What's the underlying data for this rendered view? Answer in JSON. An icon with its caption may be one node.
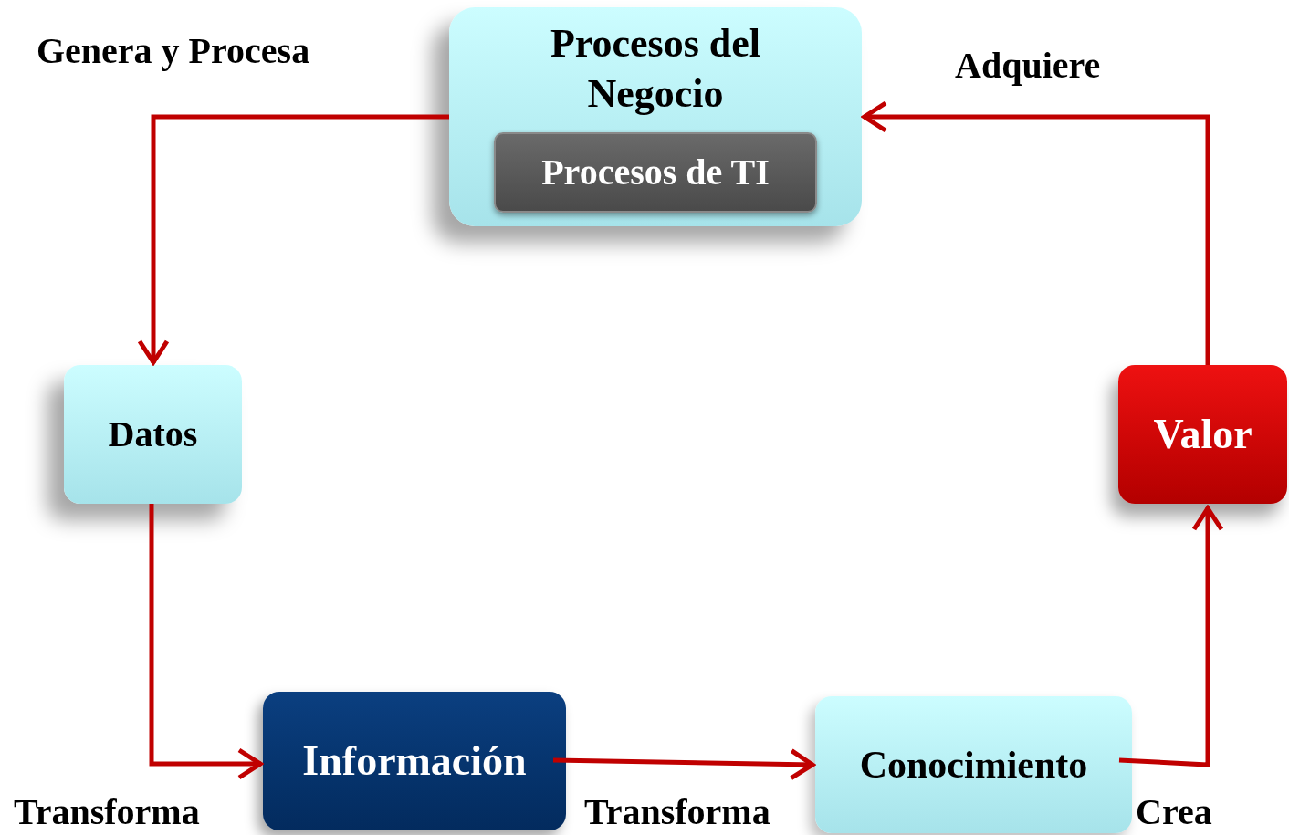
{
  "diagram": {
    "nodes": [
      {
        "text": [
          "Procesos del Negocio"
        ]
      },
      {
        "text": [
          "Procesos de TI"
        ],
        "in": 0
      },
      {
        "text": [
          "Datos"
        ]
      },
      {
        "text": [
          "Información"
        ]
      },
      {
        "text": [
          "Conocimiento"
        ]
      },
      {
        "text": [
          "Valor"
        ]
      }
    ],
    "edges": [
      {
        "from": 0,
        "to": 2,
        "arrow": "to",
        "label": "Genera y Procesa"
      },
      {
        "from": 2,
        "to": 3,
        "arrow": "to",
        "label": "Transforma"
      },
      {
        "from": 3,
        "to": 4,
        "arrow": "to",
        "label": "Transforma"
      },
      {
        "from": 4,
        "to": 5,
        "arrow": "to",
        "label": "Crea"
      },
      {
        "from": 5,
        "to": 0,
        "arrow": "to",
        "label": "Adquiere"
      }
    ]
  }
}
